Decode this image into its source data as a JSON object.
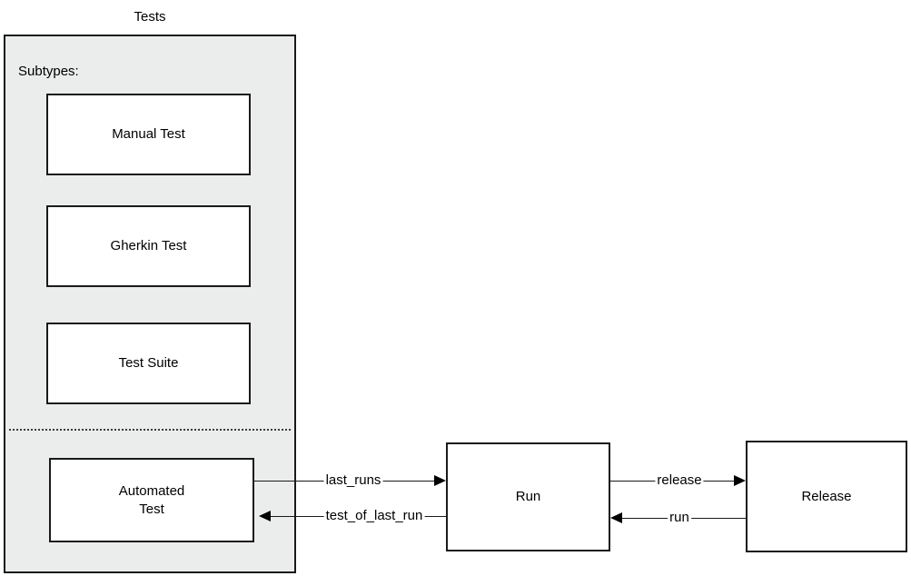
{
  "diagram": {
    "title": "Tests",
    "group": {
      "label": "Tests",
      "subtypes_label": "Subtypes:",
      "fill_color": "#ebecec",
      "border_color": "#1a1a1a",
      "subtypes": [
        {
          "label": "Manual Test"
        },
        {
          "label": "Gherkin Test"
        },
        {
          "label": "Test Suite"
        }
      ],
      "below_divider": [
        {
          "label": "Automated\nTest",
          "line1": "Automated",
          "line2": "Test"
        }
      ]
    },
    "nodes": [
      {
        "id": "run",
        "label": "Run"
      },
      {
        "id": "release",
        "label": "Release"
      }
    ],
    "edges": [
      {
        "id": "last-runs",
        "label": "last_runs",
        "from": "automated-test",
        "to": "run",
        "direction": "right"
      },
      {
        "id": "test-of-last-run",
        "label": "test_of_last_run",
        "from": "run",
        "to": "automated-test",
        "direction": "left"
      },
      {
        "id": "release",
        "label": "release",
        "from": "run",
        "to": "release",
        "direction": "right"
      },
      {
        "id": "run",
        "label": "run",
        "from": "release",
        "to": "run",
        "direction": "left"
      }
    ]
  }
}
